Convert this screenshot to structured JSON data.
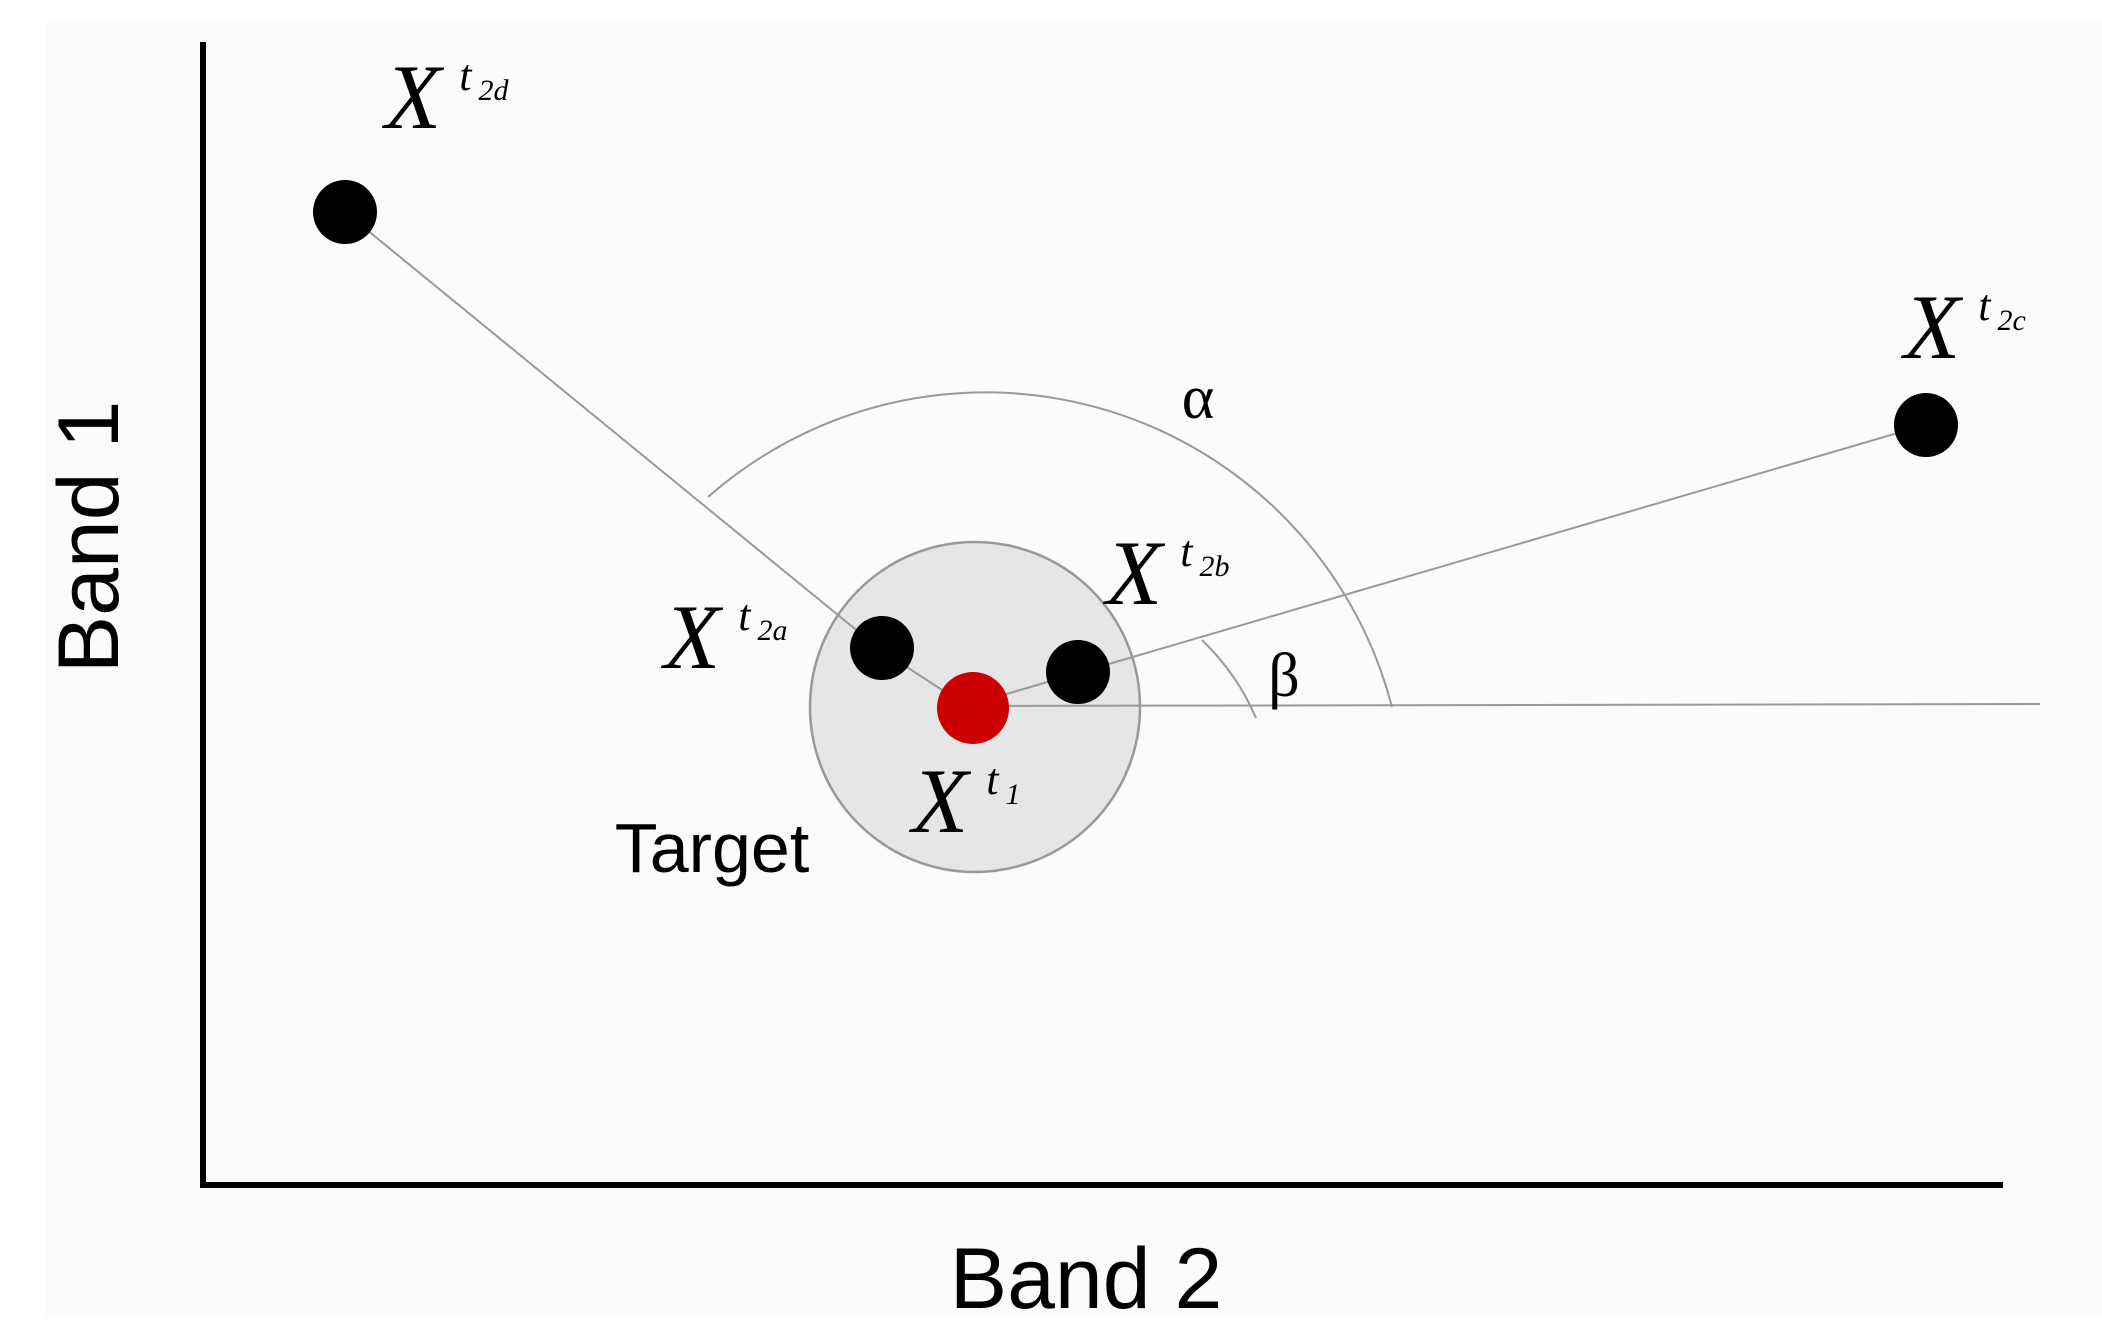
{
  "axes": {
    "x_label": "Band 2",
    "y_label": "Band 1"
  },
  "target_label": "Target",
  "angles": {
    "alpha": "α",
    "beta": "β"
  },
  "points": {
    "center": {
      "base": "X",
      "sup": "t",
      "sub": "1"
    },
    "a": {
      "base": "X",
      "sup": "t",
      "sub": "2a"
    },
    "b": {
      "base": "X",
      "sup": "t",
      "sub": "2b"
    },
    "c": {
      "base": "X",
      "sup": "t",
      "sub": "2c"
    },
    "d": {
      "base": "X",
      "sup": "t",
      "sub": "2d"
    }
  },
  "colors": {
    "background": "#fbfbfb",
    "axis": "#000000",
    "line": "#999999",
    "target_fill": "#e6e6e6",
    "target_stroke": "#999999",
    "point": "#000000",
    "center_point": "#cc0000"
  }
}
